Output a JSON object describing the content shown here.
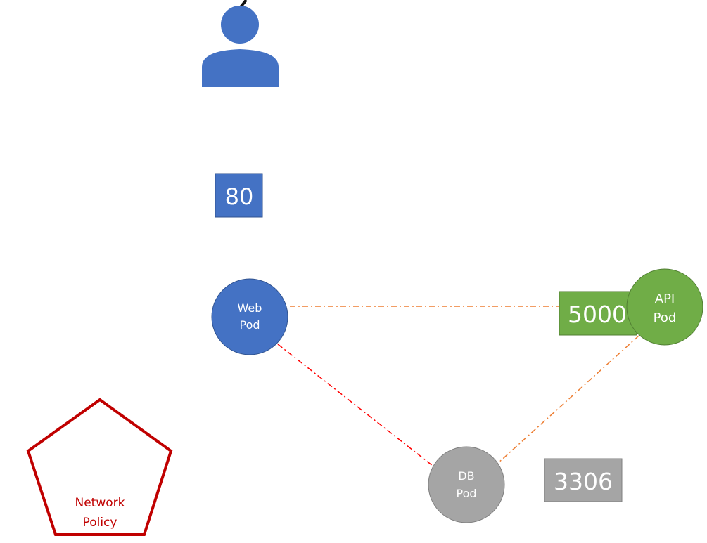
{
  "ports": {
    "web": "80",
    "api": "5000",
    "db": "3306"
  },
  "pods": {
    "web": [
      "Web",
      "Pod"
    ],
    "api": [
      "API",
      "Pod"
    ],
    "db": [
      "DB",
      "Pod"
    ]
  },
  "policy": [
    "Network",
    "Policy"
  ],
  "colors": {
    "blue": "#4472c4",
    "green": "#70ad47",
    "gray": "#a5a5a5",
    "orange": "#ed7d31",
    "red": "#c00000"
  }
}
